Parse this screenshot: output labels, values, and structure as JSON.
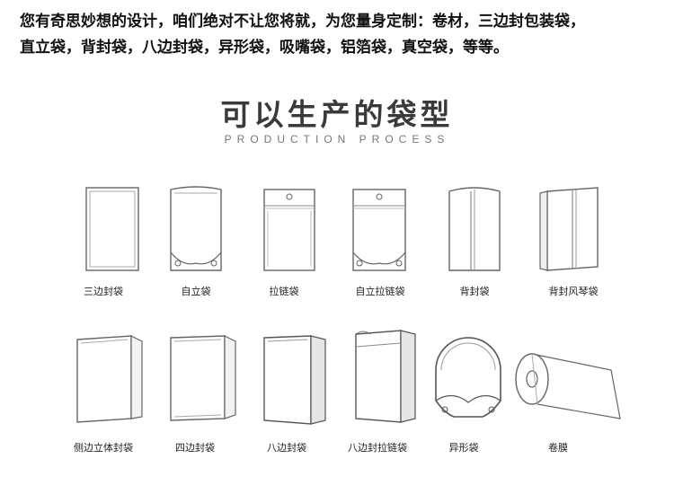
{
  "intro": {
    "line1": "您有奇思妙想的设计，咱们绝对不让您将就，为您量身定制：卷材，三边封包装袋，",
    "line2": "直立袋，背封袋，八边封袋，异形袋，吸嘴袋，铝箔袋，真空袋，等等。"
  },
  "header": {
    "title": "可以生产的袋型",
    "subtitle": "PRODUCTION PROCESS"
  },
  "bags": [
    {
      "label": "三边封袋",
      "icon": "three-side-seal-bag-icon"
    },
    {
      "label": "自立袋",
      "icon": "stand-up-pouch-icon"
    },
    {
      "label": "拉链袋",
      "icon": "zipper-bag-icon"
    },
    {
      "label": "自立拉链袋",
      "icon": "stand-up-zipper-pouch-icon"
    },
    {
      "label": "背封袋",
      "icon": "back-seal-bag-icon"
    },
    {
      "label": "背封风琴袋",
      "icon": "back-seal-gusset-bag-icon"
    },
    {
      "label": "侧边立体封袋",
      "icon": "side-gusset-bag-icon"
    },
    {
      "label": "四边封袋",
      "icon": "four-side-seal-bag-icon"
    },
    {
      "label": "八边封袋",
      "icon": "eight-side-seal-bag-icon"
    },
    {
      "label": "八边封拉链袋",
      "icon": "eight-side-zipper-bag-icon"
    },
    {
      "label": "异形袋",
      "icon": "shaped-bag-icon"
    },
    {
      "label": "卷膜",
      "icon": "roll-film-icon"
    }
  ]
}
